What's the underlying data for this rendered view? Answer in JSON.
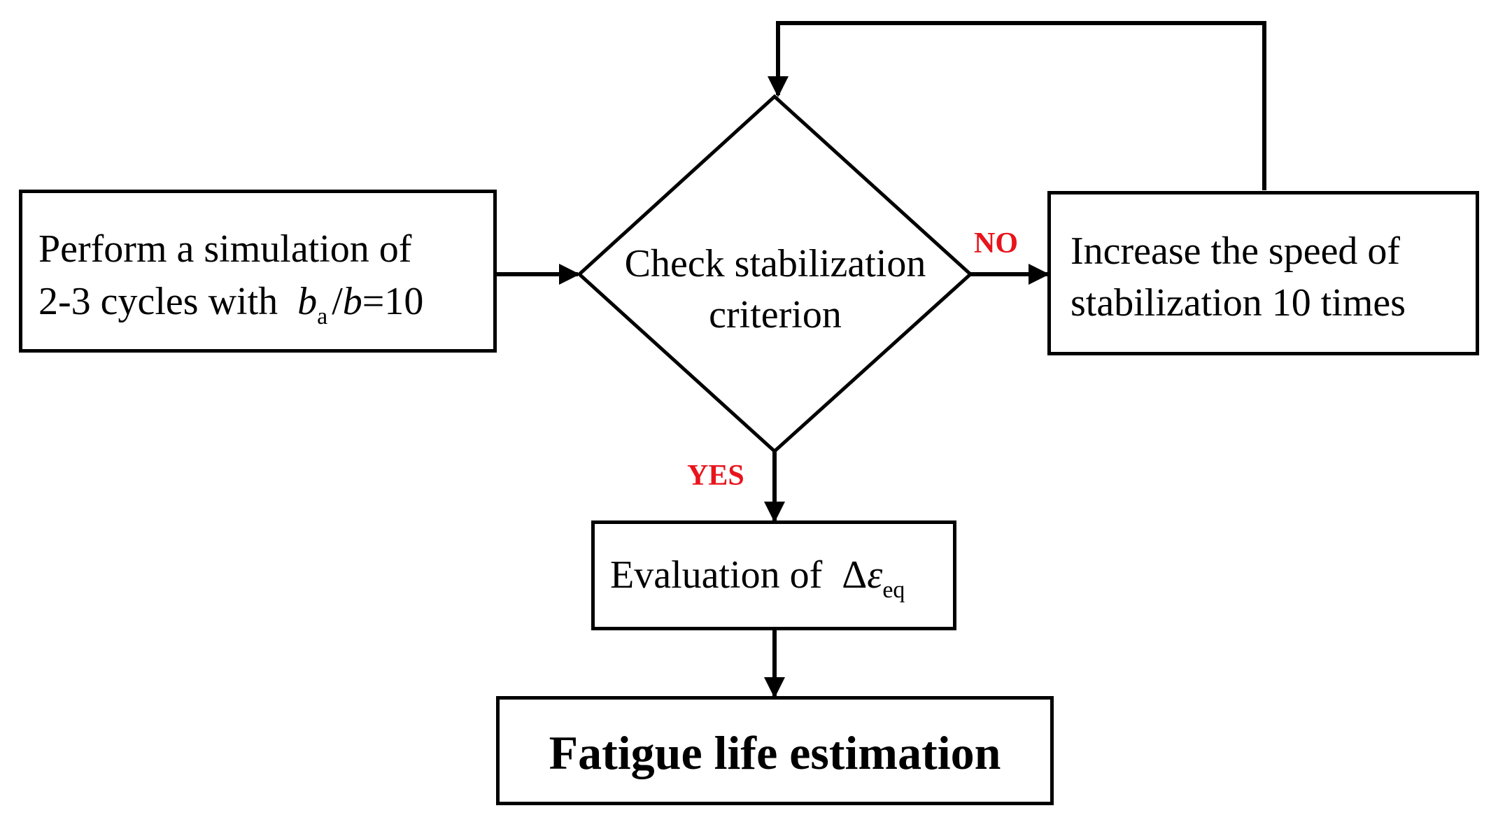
{
  "nodes": {
    "start": {
      "line1": "Perform a simulation of",
      "line2_prefix": "2-3 cycles with ",
      "var_b": "b",
      "sub_a": "a",
      "slash": "/",
      "var_b2": "b",
      "equals_value": "=10"
    },
    "decision": {
      "line1": "Check stabilization",
      "line2": "criterion"
    },
    "increase": {
      "line1": "Increase the speed of",
      "line2": "stabilization 10 times"
    },
    "evaluation": {
      "prefix": "Evaluation of ",
      "delta": "Δ",
      "epsilon": "ε",
      "sub_eq": "eq"
    },
    "final": {
      "label": "Fatigue life estimation"
    }
  },
  "edges": {
    "no_label": "NO",
    "yes_label": "YES"
  },
  "colors": {
    "stroke": "#000000",
    "branch_label": "#e8141c"
  }
}
